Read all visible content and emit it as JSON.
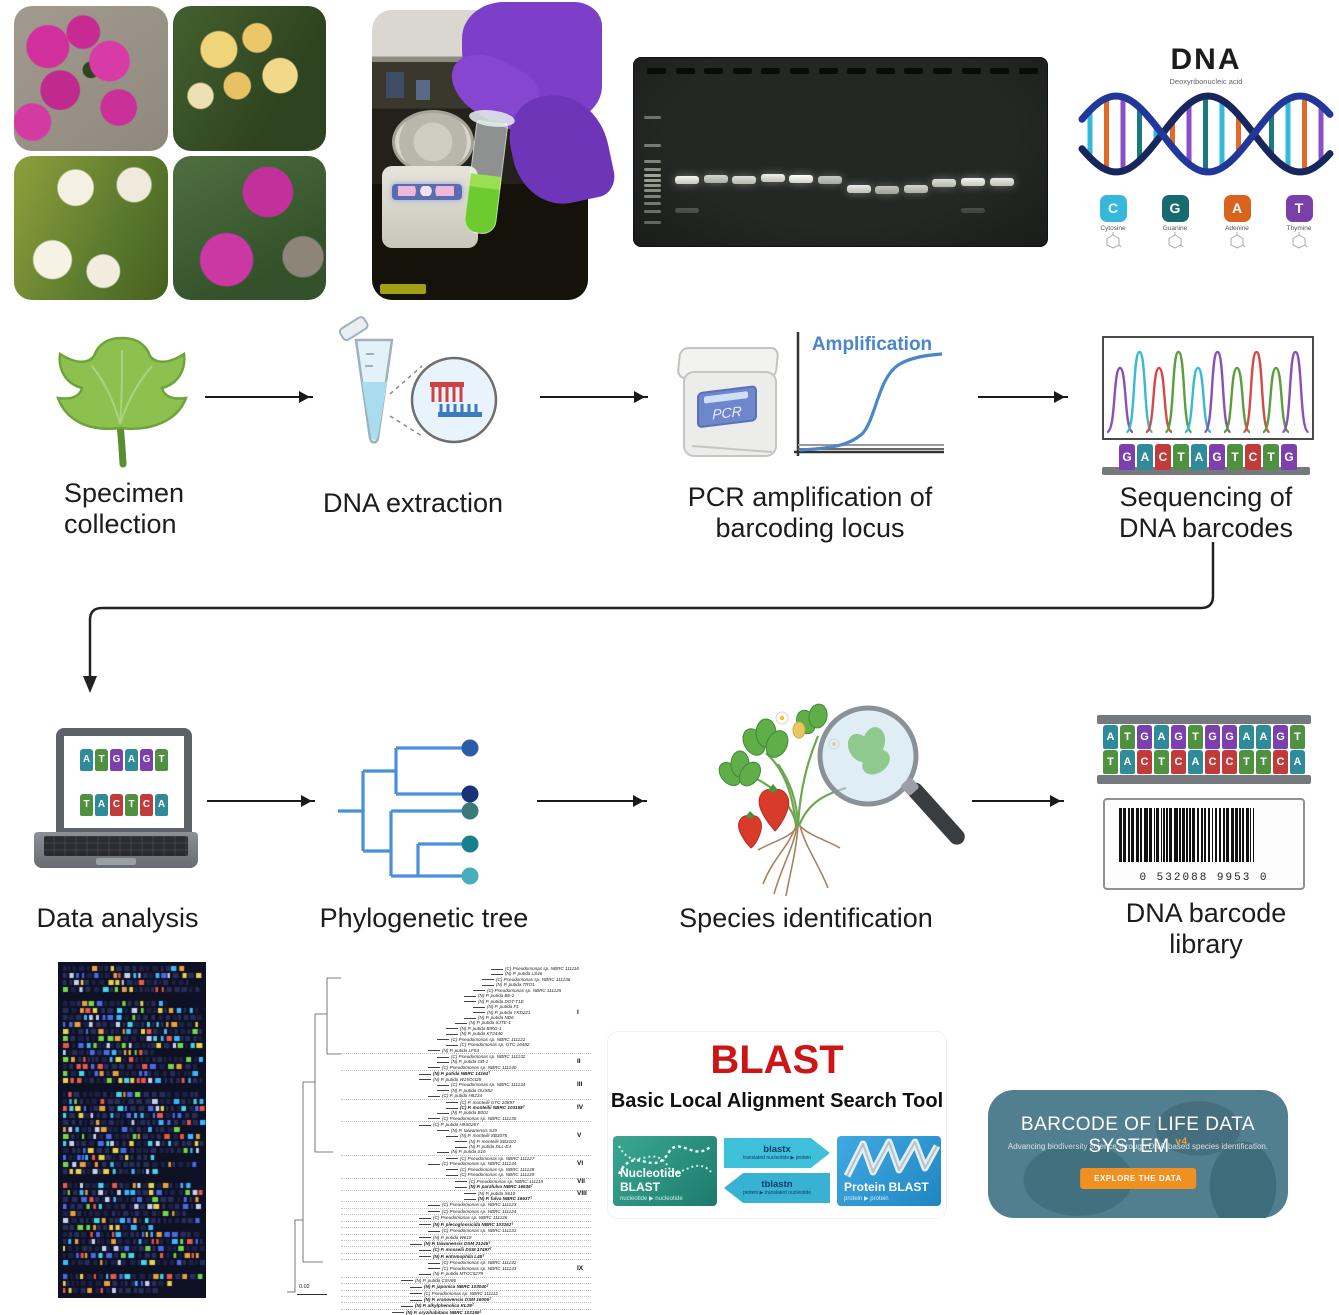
{
  "dna_infographic": {
    "title": "DNA",
    "subtitle": "Deoxyribonucleic acid",
    "nucleotides": [
      {
        "letter": "C",
        "name": "Cytosine",
        "color": "#35b8dc"
      },
      {
        "letter": "G",
        "name": "Guanine",
        "color": "#176a70"
      },
      {
        "letter": "A",
        "name": "Adenine",
        "color": "#d9641e"
      },
      {
        "letter": "T",
        "name": "Thymine",
        "color": "#7a3fa8"
      }
    ]
  },
  "workflow": {
    "row1": [
      {
        "label": "Specimen\ncollection"
      },
      {
        "label": "DNA extraction"
      },
      {
        "label": "PCR amplification of\nbarcoding locus"
      },
      {
        "label": "Sequencing of\nDNA barcodes"
      }
    ],
    "row2": [
      {
        "label": "Data analysis"
      },
      {
        "label": "Phylogenetic tree"
      },
      {
        "label": "Species identification"
      },
      {
        "label": "DNA barcode\nlibrary"
      }
    ]
  },
  "pcr": {
    "machine_label": "PCR",
    "chart_label": "Amplification"
  },
  "sequencing_icon": {
    "letters": "GACTAGTCTG"
  },
  "laptop_icon": {
    "row_top": "ATGAGT",
    "row_bottom": "TACTCA"
  },
  "barcode_library": {
    "strip_top": "ATGAGTGGAAGT",
    "strip_bottom": "TACTCACCTTCA",
    "barcode_number": "0 532088 9953 0"
  },
  "tile_colors": {
    "A": "#2e8b97",
    "C": "#c23b3b",
    "T": "#4f9140",
    "G": "#7c3fae"
  },
  "peak_colors": [
    "#8a4fb8",
    "#3ab8d4",
    "#d44a4a",
    "#5a9e3f",
    "#3ab8d4",
    "#8a4fb8",
    "#5a9e3f",
    "#d44a4a",
    "#5a9e3f",
    "#8a4fb8"
  ],
  "tree_icon_dots": [
    "#2a5caa",
    "#16337a",
    "#3a7a7a",
    "#17808f",
    "#49aebc"
  ],
  "blast": {
    "title": "BLAST",
    "subtitle": "Basic Local Alignment Search Tool",
    "nucleotide_card": {
      "label": "Nucleotide BLAST",
      "caption": "nucleotide ▶ nucleotide"
    },
    "blastx": {
      "label": "blastx",
      "caption": "translated nucleotide ▶ protein"
    },
    "tblastn": {
      "label": "tblastn",
      "caption": "protein ▶ translated nucleotide"
    },
    "protein_card": {
      "label": "Protein BLAST",
      "caption": "protein ▶ protein"
    }
  },
  "bold_system": {
    "title": "BARCODE OF LIFE DATA SYSTEM",
    "version": "v4",
    "subtitle": "Advancing biodiversity science through DNA-based species identification.",
    "button": "EXPLORE THE DATA"
  },
  "phylo_figure": {
    "scale_label": "0.02",
    "taxa": [
      {
        "l": "(C) Pseudomonas sp. NBRC 111118",
        "i": 9
      },
      {
        "l": "(N) P. putida LS46",
        "i": 9
      },
      {
        "l": "(C) Pseudomonas sp. NBRC 111136",
        "i": 8.5
      },
      {
        "l": "(N) P. putida TRO1",
        "i": 8.5
      },
      {
        "l": "(C) Pseudomonas sp. NBRC 111125",
        "i": 8
      },
      {
        "l": "(N) P. putida B6-2",
        "i": 7.5
      },
      {
        "l": "(N) P. putida DOT-T1E",
        "i": 7.5
      },
      {
        "l": "(N) P. putida F1",
        "i": 8
      },
      {
        "l": "(N) P. putida YKD221",
        "i": 8,
        "n": "I"
      },
      {
        "l": "(N) P. putida ND6",
        "i": 7.5
      },
      {
        "l": "(N) P. putida SJTE-1",
        "i": 7
      },
      {
        "l": "(N) P. putida BIRD-1",
        "i": 6.5
      },
      {
        "l": "(N) P. putida KT2440",
        "i": 6.5
      },
      {
        "l": "(C) Pseudomonas sp. NBRC 111121",
        "i": 6
      },
      {
        "l": "(C) Pseudomonas sp. GTC 16482",
        "i": 6.5
      },
      {
        "l": "(N) P. putida LF54",
        "i": 5.5
      },
      {
        "l": "(C) Pseudomonas sp. NBRC 111132",
        "i": 6,
        "s": 1
      },
      {
        "l": "(N) P. putida GB-1",
        "i": 6,
        "n": "II"
      },
      {
        "l": "(C) Pseudomonas sp. NBRC 111140",
        "i": 5.5
      },
      {
        "l": "(N) P. putida NBRC 14164ᵀ",
        "i": 5,
        "b": 1,
        "s": 1
      },
      {
        "l": "(N) P. putida W15Oct28",
        "i": 5
      },
      {
        "l": "(C) Pseudomonas sp. NBRC 111134",
        "i": 6,
        "n": "III"
      },
      {
        "l": "(N) P. putida OUS82",
        "i": 6
      },
      {
        "l": "(C) P. putida H8234",
        "i": 5.5
      },
      {
        "l": "(C) P. monteilii GTC 10897",
        "i": 6.5,
        "s": 1
      },
      {
        "l": "(C) P. monteilii NBRC 103158ᵀ",
        "i": 6.5,
        "b": 1,
        "n": "IV"
      },
      {
        "l": "(N) P. putida B001",
        "i": 6
      },
      {
        "l": "(C) Pseudomonas sp. NBRC 111130",
        "i": 5.5
      },
      {
        "l": "(C) P. putida H9S0267",
        "i": 5,
        "s": 1
      },
      {
        "l": "(N) P. taiwanensis SJ9",
        "i": 6
      },
      {
        "l": "(N) P. monteilii SB3078",
        "i": 6.5,
        "n": "V"
      },
      {
        "l": "(N) P. monteilii SB3101",
        "i": 7
      },
      {
        "l": "(N) P. putida DLL-E4",
        "i": 7
      },
      {
        "l": "(N) P. putida S16",
        "i": 6
      },
      {
        "l": "(C) Pseudomonas sp. NBRC 111127",
        "i": 6.5,
        "s": 1
      },
      {
        "l": "(C) Pseudomonas sp. NBRC 111144",
        "i": 5.5,
        "n": "VI"
      },
      {
        "l": "(C) Pseudomonas sp. NBRC 111128",
        "i": 6.5
      },
      {
        "l": "(C) Pseudomonas sp. NBRC 111129",
        "i": 6.5
      },
      {
        "l": "(C) Pseudomonas sp. NBRC 111119",
        "i": 7,
        "s": 1,
        "n": "VII"
      },
      {
        "l": "(N) P. parafulva NBRC 16636ᵀ",
        "i": 7,
        "b": 1
      },
      {
        "l": "(N) P. putida S610",
        "i": 7.5,
        "s": 1,
        "n": "VIII"
      },
      {
        "l": "(N) P. fulva NBRC 16637ᵀ",
        "i": 7.5,
        "b": 1
      },
      {
        "l": "(C) Pseudomonas sp. NBRC 111123",
        "i": 5.5,
        "s": 1
      },
      {
        "l": "(C) Pseudomonas sp. NBRC 111124",
        "i": 5.5,
        "s": 1
      },
      {
        "l": "(C) Pseudomonas sp. NBRC 111126",
        "i": 5,
        "s": 1
      },
      {
        "l": "(N) P. plecoglossicida NBRC 103162ᵀ",
        "i": 5,
        "b": 1,
        "s": 1
      },
      {
        "l": "(C) Pseudomonas sp. NBRC 111131",
        "i": 5.5,
        "s": 1
      },
      {
        "l": "(N) P. putida W619",
        "i": 5,
        "s": 1
      },
      {
        "l": "(N) P. taiwanensis DSM 21245ᵀ",
        "i": 4.5,
        "b": 1,
        "s": 1
      },
      {
        "l": "(C) P. mosselii DSM 17497ᵀ",
        "i": 5,
        "b": 1,
        "s": 1
      },
      {
        "l": "(N) P. entomophila L48ᵀ",
        "i": 5,
        "b": 1,
        "s": 1
      },
      {
        "l": "(C) Pseudomonas sp. NBRC 111142",
        "i": 5.5,
        "s": 1
      },
      {
        "l": "(C) Pseudomonas sp. NBRC 111143",
        "i": 5.5,
        "n": "IX"
      },
      {
        "l": "(N) P. putida MTCC5279",
        "i": 5
      },
      {
        "l": "(N) P. putida CSV86",
        "i": 4,
        "s": 1
      },
      {
        "l": "(N) P. japonica NBRC 103040ᵀ",
        "i": 4.5,
        "b": 1,
        "s": 1
      },
      {
        "l": "(C) Pseudomonas sp. NBRC 111112",
        "i": 4.5,
        "s": 1
      },
      {
        "l": "(N) P. vranovensis DSM 16006ᵀ",
        "i": 4.5,
        "b": 1,
        "s": 1
      },
      {
        "l": "(N) P. alkylphenolica KL28ᵀ",
        "i": 4,
        "b": 1,
        "s": 1
      },
      {
        "l": "(N) P. oryzihabitans NBRC 102199ᵀ",
        "i": 3.5,
        "b": 1,
        "s": 1
      }
    ]
  },
  "colors": {
    "blast_red": "#cc1616",
    "bold_teal": "#517f90",
    "bold_orange": "#f09020",
    "amplification_blue": "#4a86c8",
    "tree_blue": "#4a90d9"
  }
}
